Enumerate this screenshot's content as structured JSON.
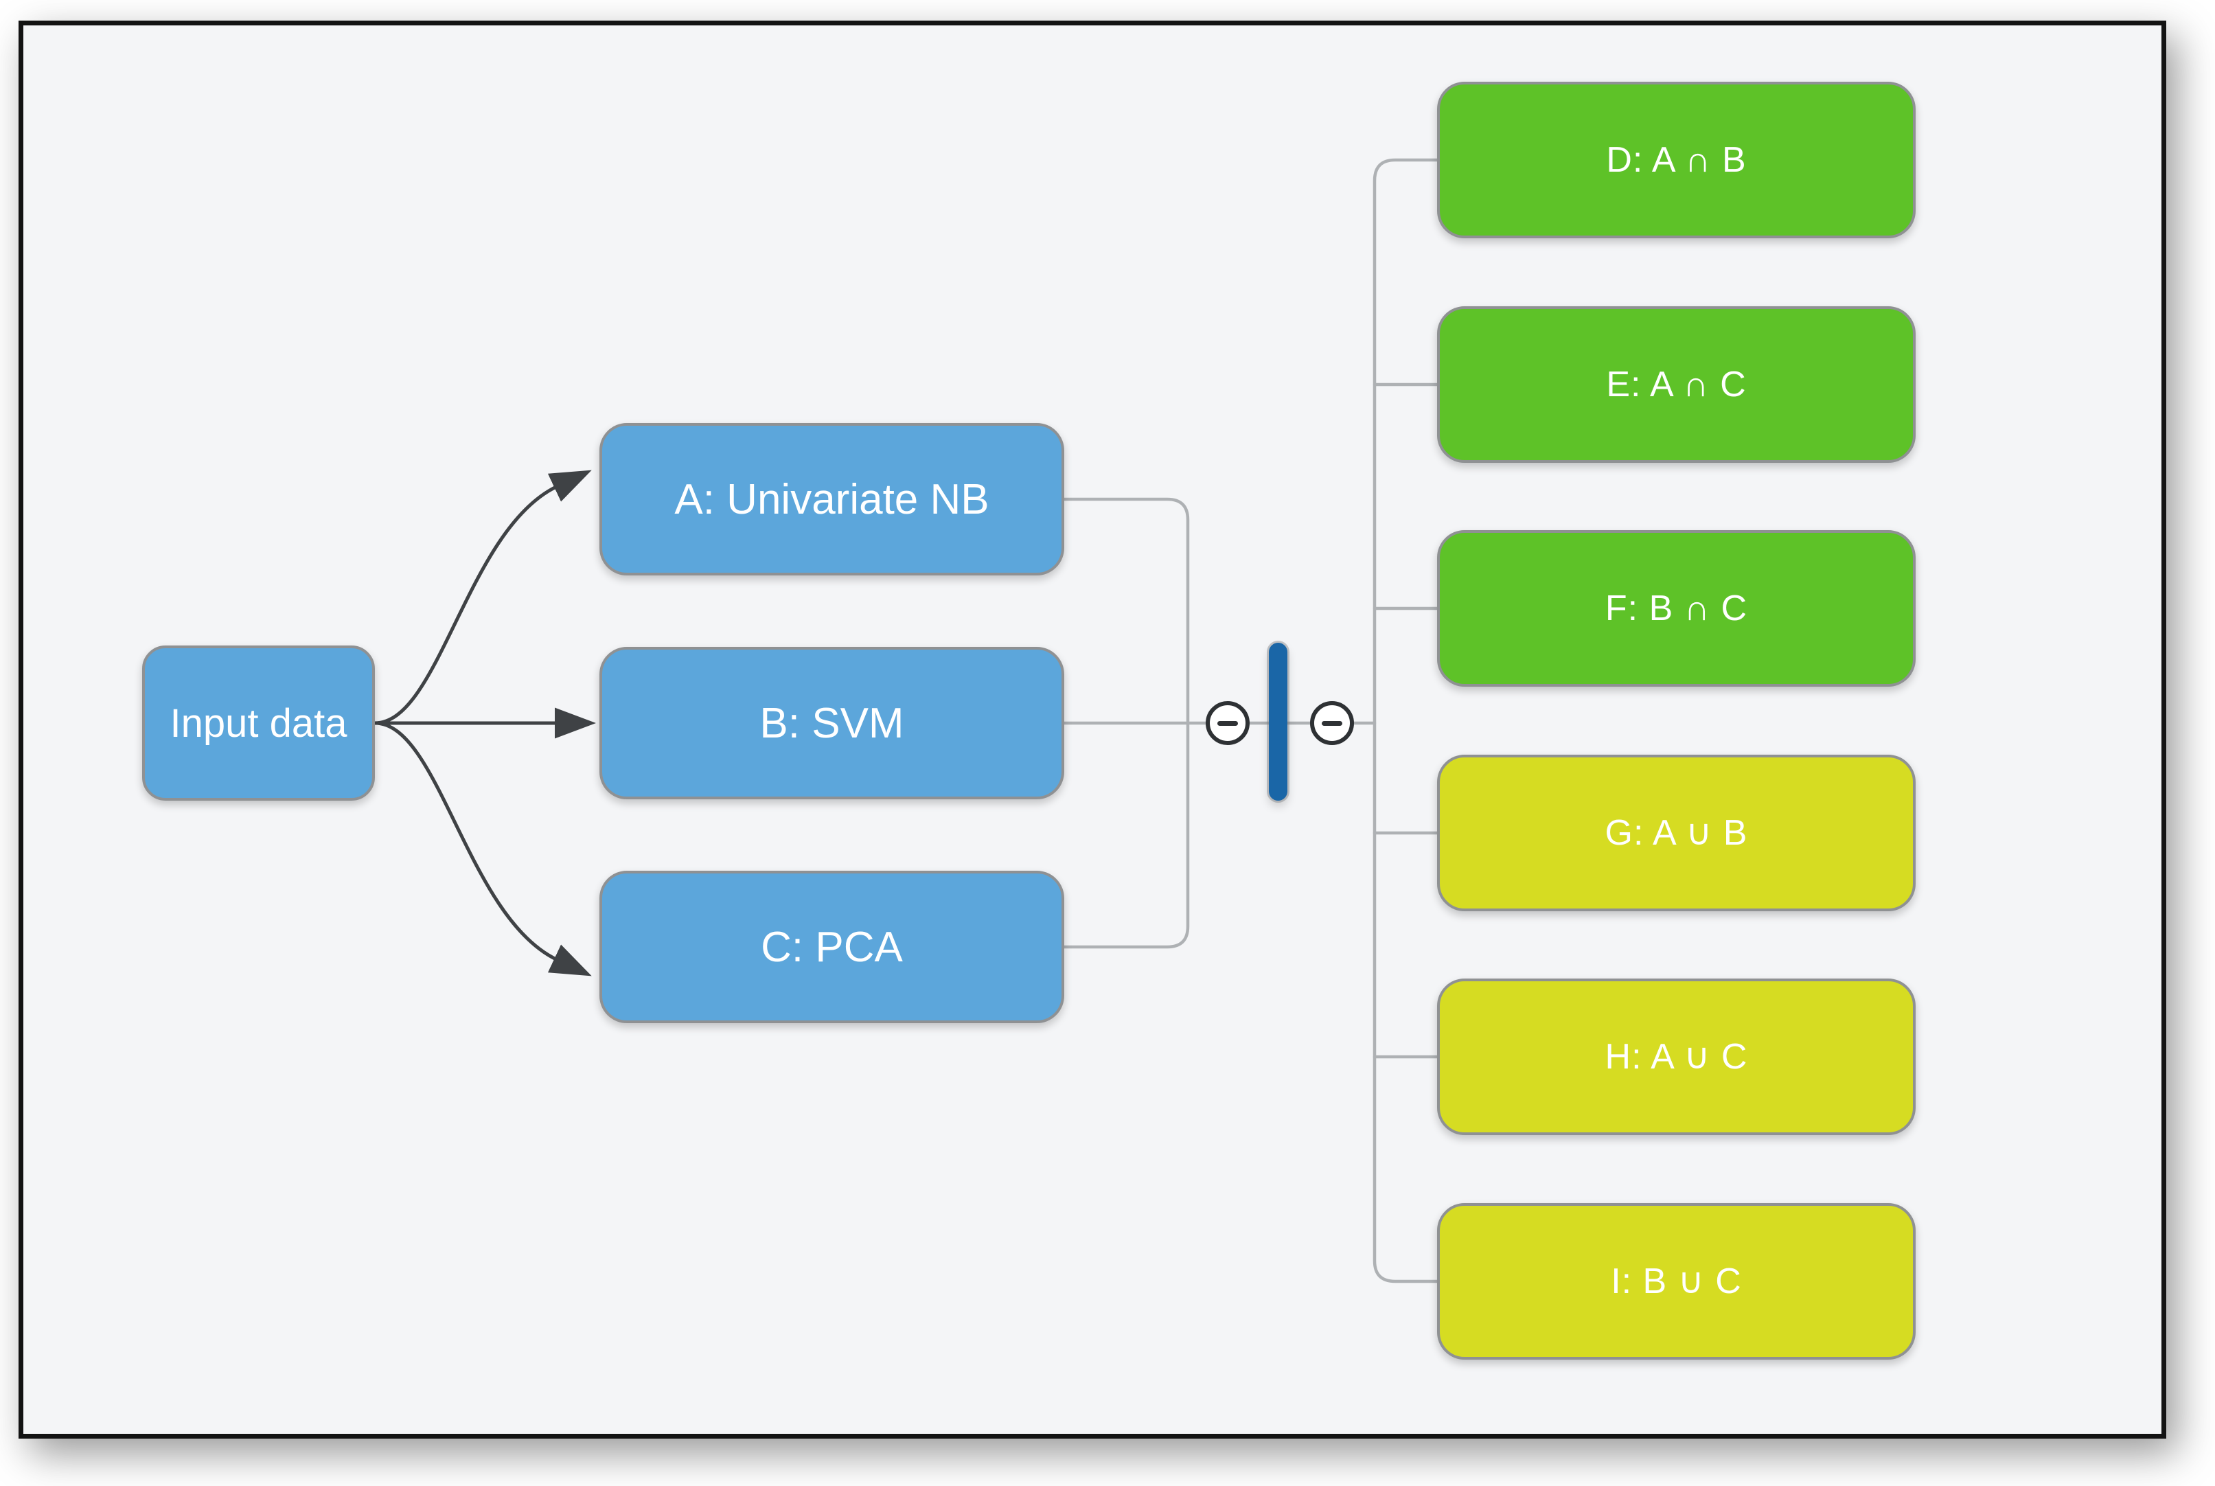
{
  "diagram": {
    "input_node": {
      "id": "Input",
      "label": "Input data",
      "color": "blue"
    },
    "model_nodes": [
      {
        "id": "A",
        "label": "A: Univariate NB",
        "color": "blue"
      },
      {
        "id": "B",
        "label": "B: SVM",
        "color": "blue"
      },
      {
        "id": "C",
        "label": "C: PCA",
        "color": "blue"
      }
    ],
    "result_nodes": [
      {
        "id": "D",
        "label": "D: A ∩ B",
        "color": "green"
      },
      {
        "id": "E",
        "label": "E: A ∩ C",
        "color": "green"
      },
      {
        "id": "F",
        "label": "F: B ∩ C",
        "color": "green"
      },
      {
        "id": "G",
        "label": "G: A ∪ B",
        "color": "yellow"
      },
      {
        "id": "H",
        "label": "H: A ∪ C",
        "color": "yellow"
      },
      {
        "id": "I",
        "label": "I: B ∪ C",
        "color": "yellow"
      }
    ],
    "icons": {
      "collapse_left": "circle-minus-icon",
      "collapse_right": "circle-minus-icon",
      "divider": "vertical-bar"
    }
  },
  "colors": {
    "page_bg": "#ffffff",
    "canvas_bg": "#f4f5f7",
    "frame_border": "#131313",
    "node_blue": "#5ca6db",
    "node_green": "#5ec228",
    "node_yellow": "#d6dc22",
    "node_text": "#ffffff",
    "node_border": "#8f9193",
    "connector_gray": "#aeb1b4",
    "arrow_dark": "#3f4245",
    "divider_blue": "#1a66a7"
  }
}
